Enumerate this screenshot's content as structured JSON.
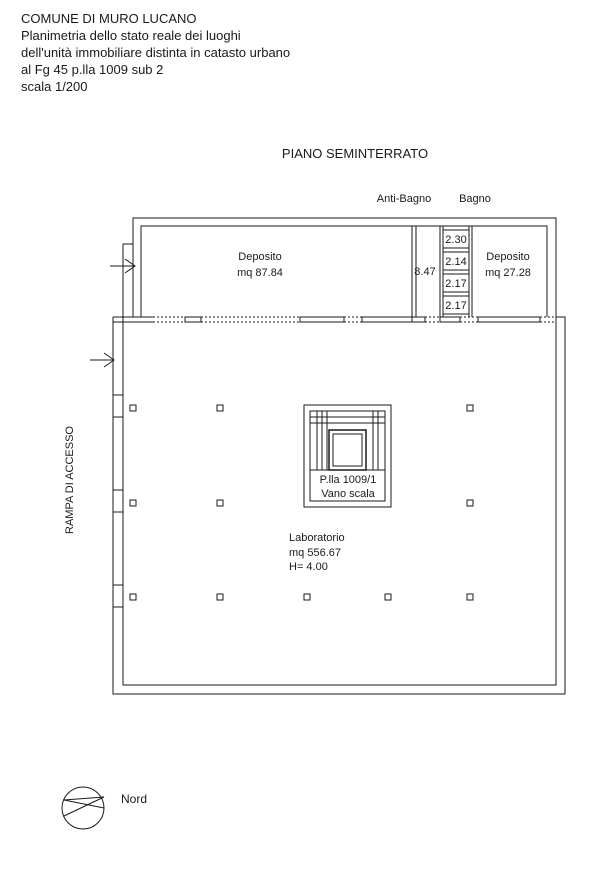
{
  "header": {
    "lines": [
      "COMUNE DI MURO LUCANO",
      "Planimetria dello stato reale dei luoghi",
      "dell'unità immobiliare distinta in catasto urbano",
      "al Fg 45 p.lla 1009 sub 2",
      "scala 1/200"
    ]
  },
  "plan": {
    "floor_title": "PIANO SEMINTERRATO",
    "labels": {
      "anti_bagno": "Anti-Bagno",
      "bagno": "Bagno"
    },
    "deposito_left": {
      "name": "Deposito",
      "area": "mq 87.84"
    },
    "deposito_right": {
      "name": "Deposito",
      "area": "mq 27.28"
    },
    "corridor_value": "8.47",
    "small_rooms": [
      "2.30",
      "2.14",
      "2.17",
      "2.17"
    ],
    "stair": {
      "parcel": "P.lla 1009/1",
      "name": "Vano scala"
    },
    "laboratorio": {
      "name": "Laboratorio",
      "area": "mq 556.67",
      "height": "H= 4.00"
    },
    "ramp_label": "RAMPA DI ACCESSO",
    "north_label": "Nord"
  },
  "colors": {
    "line": "#1a1a1a",
    "background": "#ffffff"
  }
}
